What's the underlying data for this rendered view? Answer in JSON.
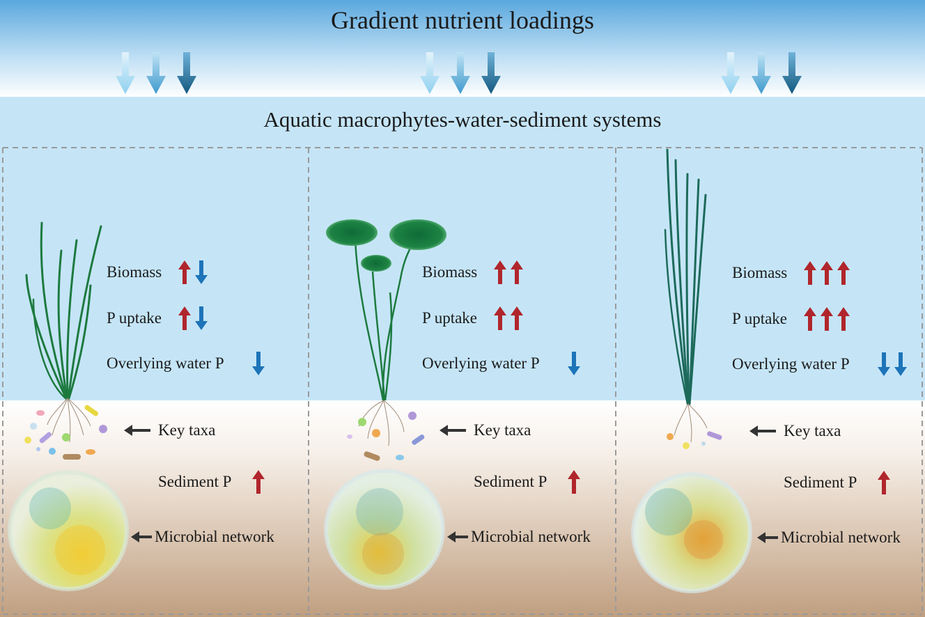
{
  "header": {
    "title": "Gradient nutrient loadings"
  },
  "system": {
    "title": "Aquatic macrophytes-water-sediment systems"
  },
  "colors": {
    "up_arrow": "#b0262c",
    "down_arrow": "#1d74b8",
    "plant": "#1d7a3f",
    "water": "#c5e5f7",
    "sediment": "#c8a98a"
  },
  "panels": [
    {
      "biomass": "Biomass",
      "biomass_arrows": [
        "up",
        "down"
      ],
      "p_uptake": "P uptake",
      "p_uptake_arrows": [
        "up",
        "down"
      ],
      "water_p": "Overlying water P",
      "water_p_arrows": [
        "down"
      ],
      "key_taxa": "Key taxa",
      "sediment_p": "Sediment P",
      "sediment_p_arrows": [
        "up"
      ],
      "network": "Microbial network"
    },
    {
      "biomass": "Biomass",
      "biomass_arrows": [
        "up",
        "up"
      ],
      "p_uptake": "P uptake",
      "p_uptake_arrows": [
        "up",
        "up"
      ],
      "water_p": "Overlying water P",
      "water_p_arrows": [
        "down"
      ],
      "key_taxa": "Key taxa",
      "sediment_p": "Sediment P",
      "sediment_p_arrows": [
        "up"
      ],
      "network": "Microbial network"
    },
    {
      "biomass": "Biomass",
      "biomass_arrows": [
        "up",
        "up",
        "up"
      ],
      "p_uptake": "P uptake",
      "p_uptake_arrows": [
        "up",
        "up",
        "up"
      ],
      "water_p": "Overlying water P",
      "water_p_arrows": [
        "down",
        "down"
      ],
      "key_taxa": "Key taxa",
      "sediment_p": "Sediment P",
      "sediment_p_arrows": [
        "up"
      ],
      "network": "Microbial network"
    }
  ]
}
